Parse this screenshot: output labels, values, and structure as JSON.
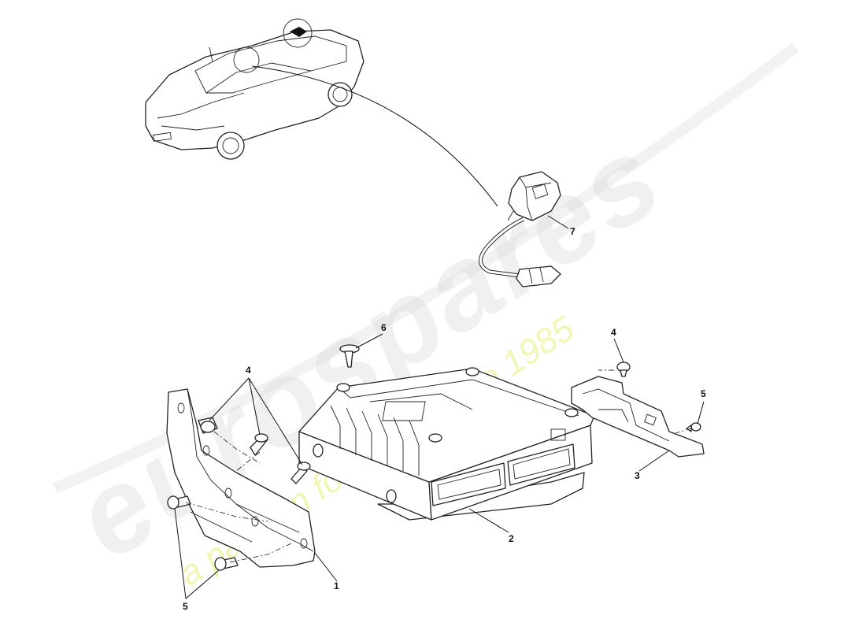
{
  "watermark": {
    "brand": "eurospares",
    "tagline": "a passion for parts since 1985"
  },
  "callouts": {
    "c1": "1",
    "c2": "2",
    "c3": "3",
    "c4a": "4",
    "c4b": "4",
    "c5a": "5",
    "c5b": "5",
    "c6": "6",
    "c7": "7"
  }
}
